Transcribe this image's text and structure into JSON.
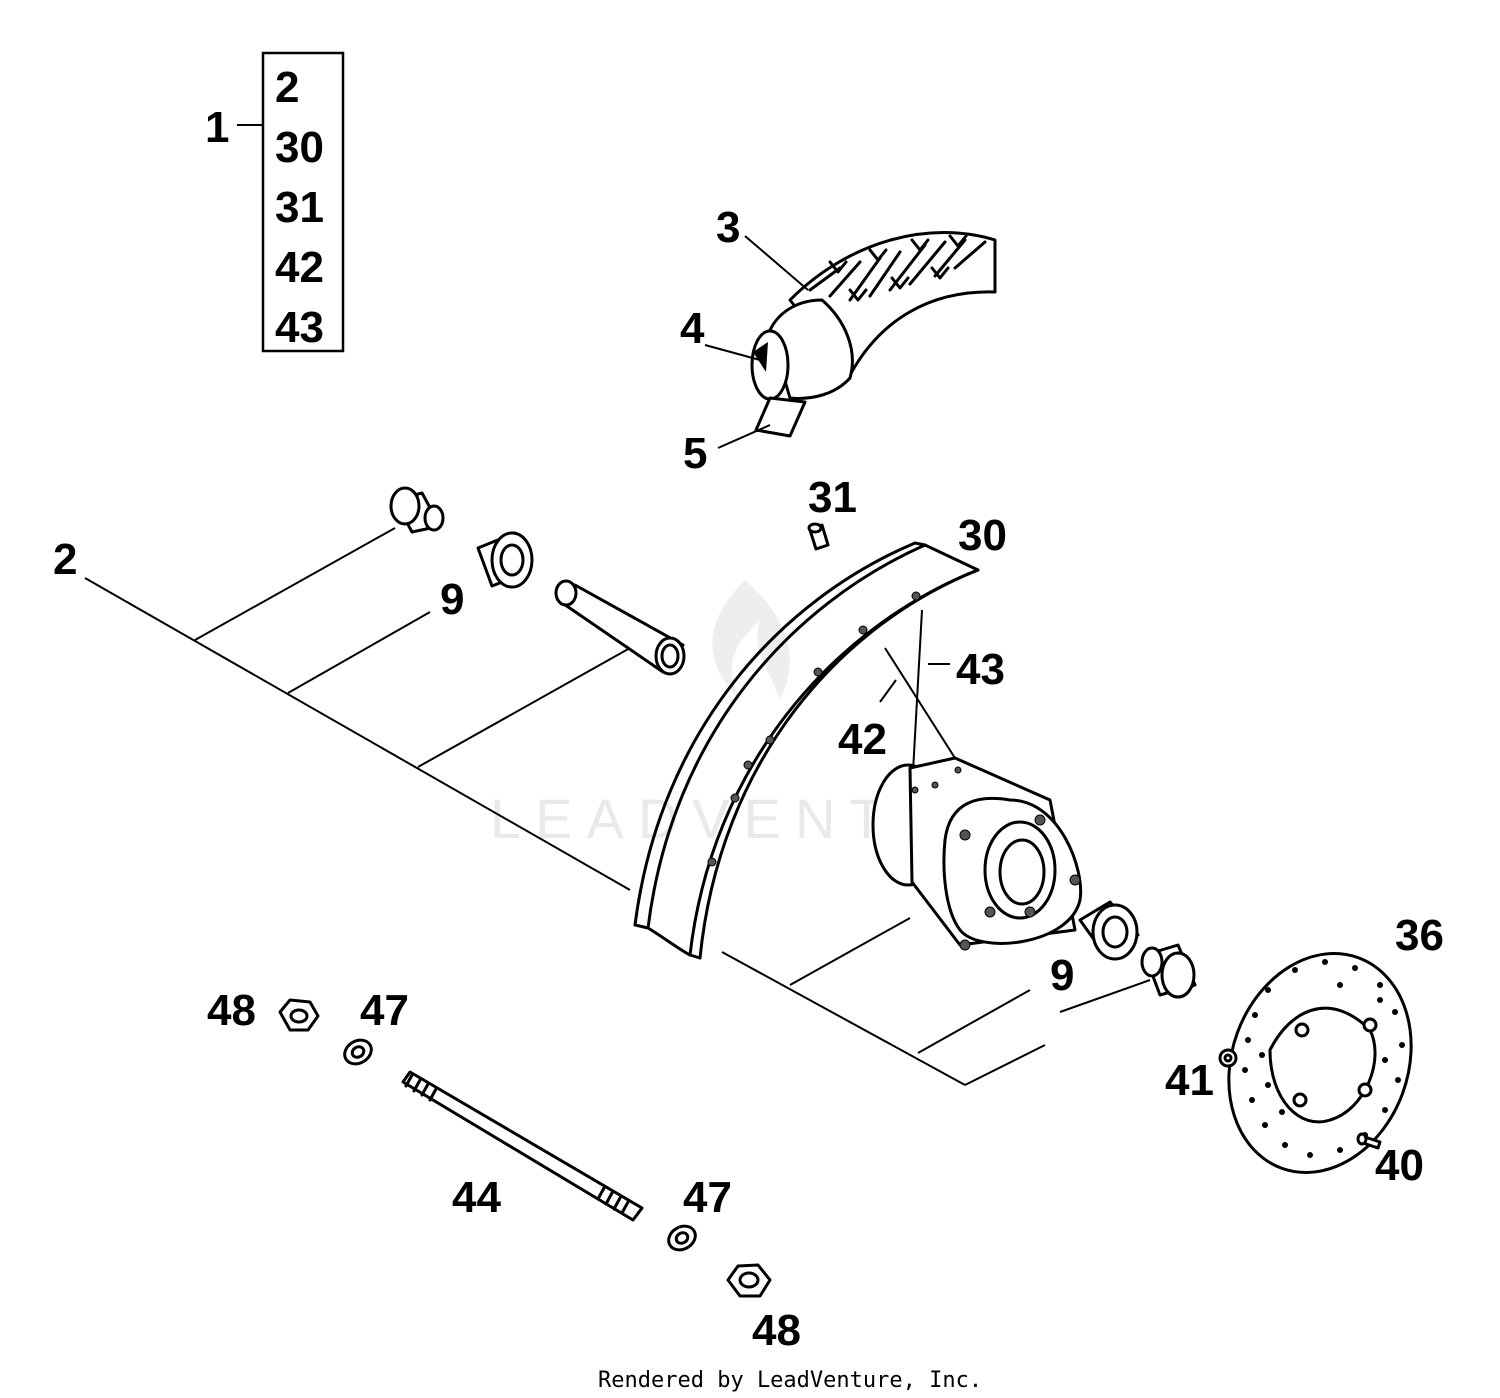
{
  "kit": {
    "number": "1",
    "contents": [
      "2",
      "30",
      "31",
      "42",
      "43"
    ]
  },
  "labels": {
    "tire": "3",
    "tube": "4",
    "rim_tape": "5",
    "spacer_left": "2",
    "bearing_left": "9",
    "valve_cap": "31",
    "rim": "30",
    "spoke_outer": "43",
    "spoke_inner": "42",
    "bearing_right": "9",
    "brake_disc": "36",
    "disc_nut": "41",
    "disc_bolt": "40",
    "axle": "44",
    "nut_left": "48",
    "washer_left": "47",
    "washer_right": "47",
    "nut_right": "48"
  },
  "watermark": "LEADVENTURE",
  "credit": "Rendered by LeadVenture, Inc."
}
